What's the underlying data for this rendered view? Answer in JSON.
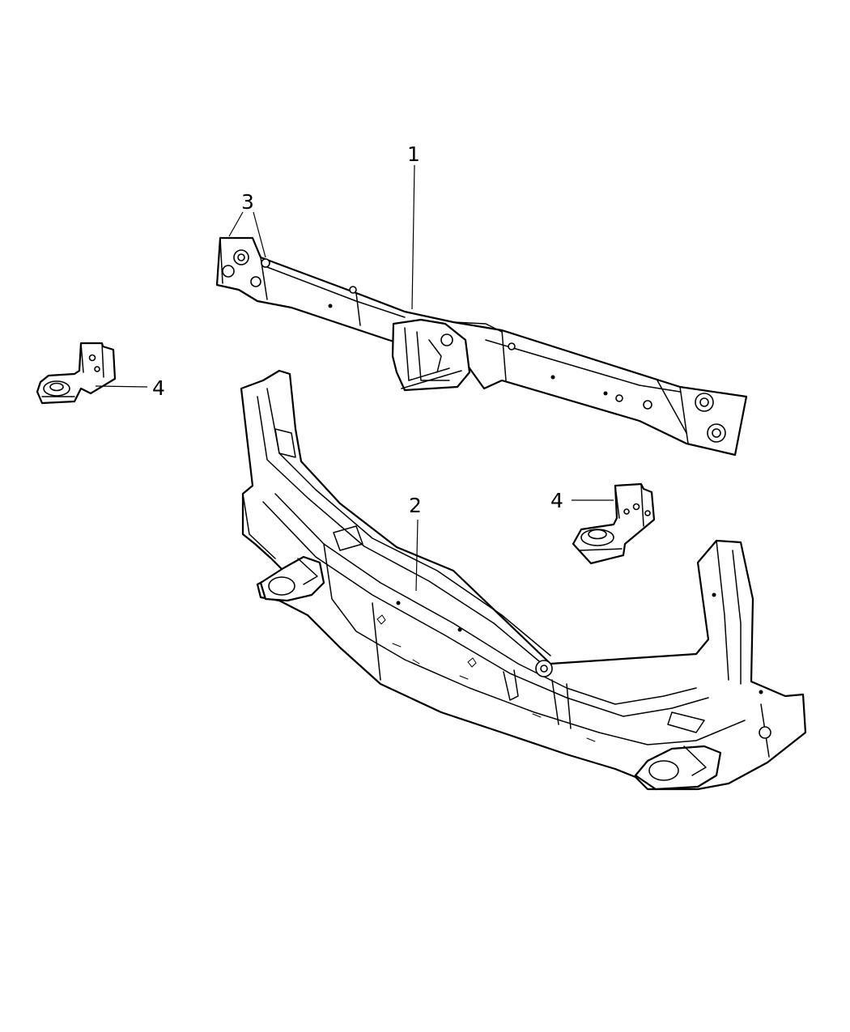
{
  "callouts": [
    {
      "id": "1",
      "label": "1"
    },
    {
      "id": "2",
      "label": "2"
    },
    {
      "id": "3",
      "label": "3"
    },
    {
      "id": "4a",
      "label": "4"
    },
    {
      "id": "4b",
      "label": "4"
    }
  ]
}
